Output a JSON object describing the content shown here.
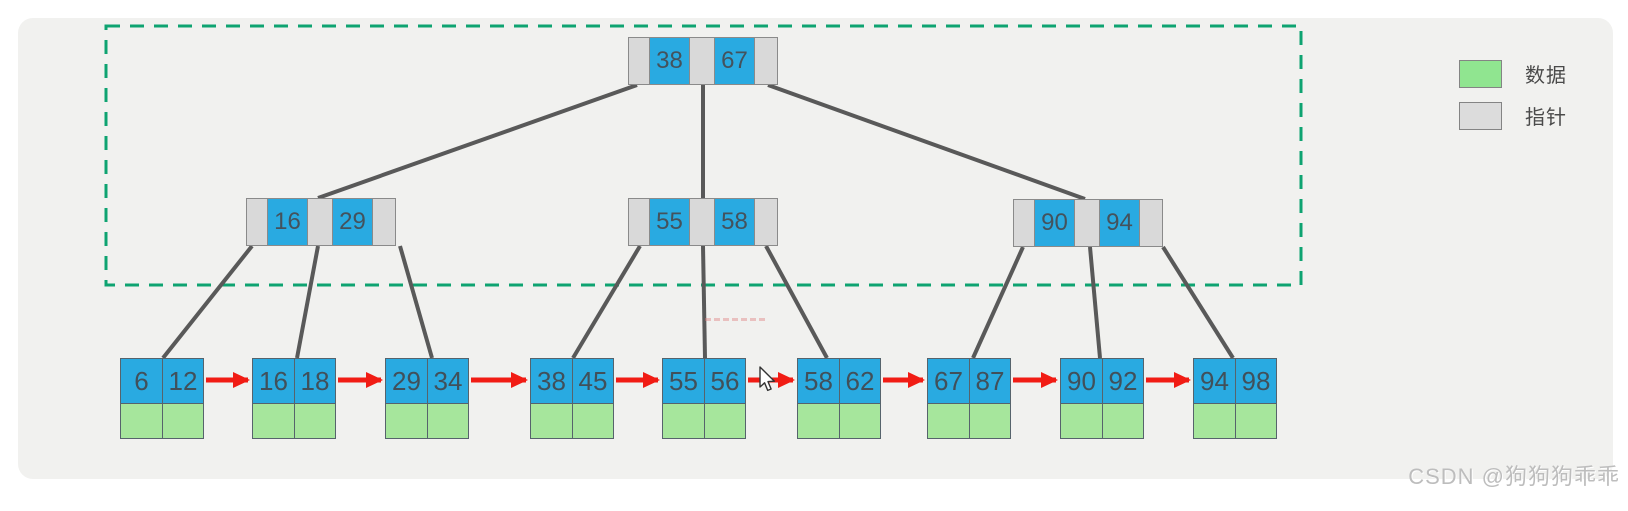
{
  "legend": {
    "data_label": "数据",
    "pointer_label": "指针"
  },
  "watermark": "CSDN @狗狗狗乖乖",
  "tree": {
    "type": "b-plus-tree",
    "root": {
      "keys": [
        "38",
        "67"
      ]
    },
    "internal_nodes": [
      {
        "keys": [
          "16",
          "29"
        ]
      },
      {
        "keys": [
          "55",
          "58"
        ]
      },
      {
        "keys": [
          "90",
          "94"
        ]
      }
    ],
    "leaf_nodes": [
      {
        "keys": [
          "6",
          "12"
        ]
      },
      {
        "keys": [
          "16",
          "18"
        ]
      },
      {
        "keys": [
          "29",
          "34"
        ]
      },
      {
        "keys": [
          "38",
          "45"
        ]
      },
      {
        "keys": [
          "55",
          "56"
        ]
      },
      {
        "keys": [
          "58",
          "62"
        ]
      },
      {
        "keys": [
          "67",
          "87"
        ]
      },
      {
        "keys": [
          "90",
          "92"
        ]
      },
      {
        "keys": [
          "94",
          "98"
        ]
      }
    ]
  },
  "colors": {
    "key_cell_blue": "#29aae1",
    "data_cell_green": "#a6e69c",
    "pointer_cell_gray": "#d9d9d9",
    "leaf_link_arrow_red": "#f11c14",
    "dashed_region_green": "#0ea371",
    "tree_edge_gray": "#595959",
    "panel_background": "#f1f1ef"
  }
}
